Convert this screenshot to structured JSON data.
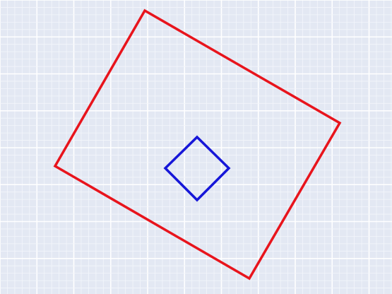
{
  "colors": {
    "background": "#e3e8f3",
    "grid_minor": "#f3f6fb",
    "grid_major": "#ffffff",
    "outer_square": "#e8141c",
    "inner_square": "#1616d8"
  },
  "shapes": [
    {
      "name": "outer-square",
      "shape": "square",
      "color_key": "outer_square"
    },
    {
      "name": "inner-square",
      "shape": "square",
      "color_key": "inner_square"
    }
  ]
}
